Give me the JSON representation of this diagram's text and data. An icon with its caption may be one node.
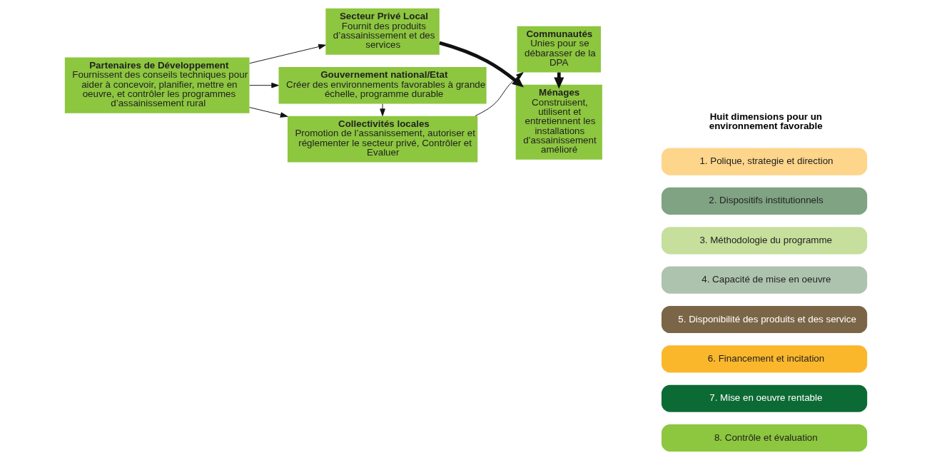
{
  "diagram": {
    "nodes": [
      {
        "text": [
          "Partenaires de Développement",
          "Fournissent des conseils techniques pour aider à concevoir, planifier, mettre en oeuvre, et contrôler les programmes d’assainissement rural"
        ]
      },
      {
        "text": [
          "Secteur Privé Local",
          "Fournit des produits d’assainissement et des services"
        ]
      },
      {
        "text": [
          "Ménages",
          "Construisent, utilisent et entretiennent les installations d’assainissement amélioré"
        ]
      },
      {
        "text": [
          "Communautés",
          "Unies pour se débarasser de la DPA"
        ]
      },
      {
        "text": [
          "Collectivités locales",
          "Promotion de l’assanissement, autoriser et réglementer le secteur privé, Contrôler et Evaluer"
        ]
      },
      {
        "text": [
          "Gouvernement national/Etat",
          "Créer des environnements favorables à grande échelle, programme durable"
        ]
      },
      {
        "text": [
          "1. Polique, strategie et direction"
        ]
      },
      {
        "text": [
          "2. Dispositifs institutionnels"
        ]
      },
      {
        "text": [
          "3. Méthodologie du programme"
        ]
      },
      {
        "text": [
          "4. Capacité de mise en oeuvre"
        ]
      },
      {
        "text": [
          "5. Disponibilité des produits et des service"
        ]
      },
      {
        "text": [
          "6. Financement et incitation"
        ]
      },
      {
        "text": [
          "7. Mise en oeuvre rentable"
        ]
      },
      {
        "text": [
          "8. Contrôle et évaluation"
        ]
      }
    ],
    "edges": [
      {
        "from": 0,
        "to": 1,
        "arrow": "to"
      },
      {
        "from": 0,
        "to": 4,
        "arrow": "to"
      },
      {
        "from": 0,
        "to": 5,
        "arrow": "to"
      },
      {
        "from": 1,
        "to": 2,
        "arrow": "to",
        "style": "thick"
      },
      {
        "from": 3,
        "to": 2,
        "arrow": "to",
        "style": "thick"
      },
      {
        "from": 4,
        "to": 3,
        "arrow": "to"
      },
      {
        "from": 5,
        "to": 4,
        "arrow": "to"
      }
    ],
    "labels": [
      "Huit dimensions pour un environnement favorable"
    ]
  }
}
